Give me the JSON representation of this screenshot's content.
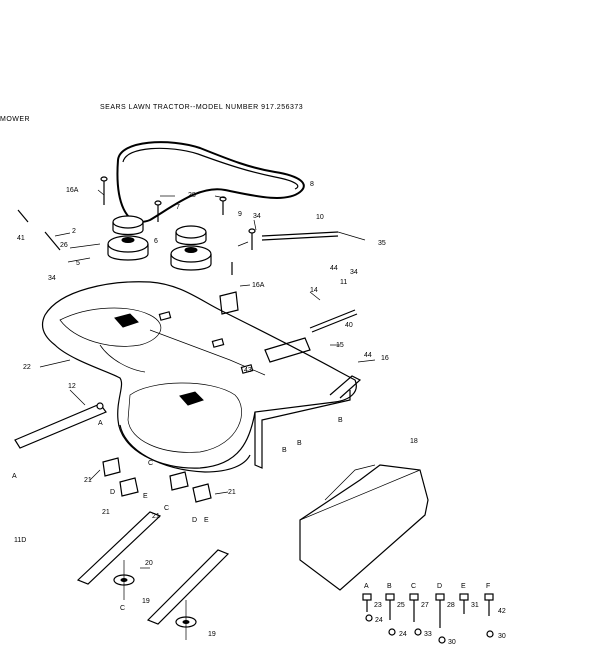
{
  "header": {
    "title": "SEARS LAWN TRACTOR--MODEL NUMBER 917.256373",
    "section": "MOWER",
    "page_mark": "11D"
  },
  "callouts": [
    "8",
    "16A",
    "28",
    "7",
    "9",
    "34",
    "10",
    "41",
    "2",
    "26",
    "6",
    "5",
    "35",
    "34",
    "16A",
    "44",
    "34",
    "11",
    "14",
    "15",
    "40",
    "44",
    "16",
    "22",
    "12",
    "43",
    "A",
    "B",
    "B",
    "B",
    "A",
    "C",
    "21",
    "D",
    "E",
    "21",
    "21",
    "21",
    "C",
    "D",
    "E",
    "20",
    "19",
    "C",
    "19",
    "18"
  ],
  "hardware": [
    {
      "letter": "A",
      "part": "23",
      "washer": "24"
    },
    {
      "letter": "B",
      "part": "25",
      "washer": "24"
    },
    {
      "letter": "C",
      "part": "27",
      "washer": "33"
    },
    {
      "letter": "D",
      "part": "28",
      "washer": "30"
    },
    {
      "letter": "E",
      "part": "31"
    },
    {
      "letter": "F",
      "part": "42",
      "washer": "30"
    }
  ]
}
